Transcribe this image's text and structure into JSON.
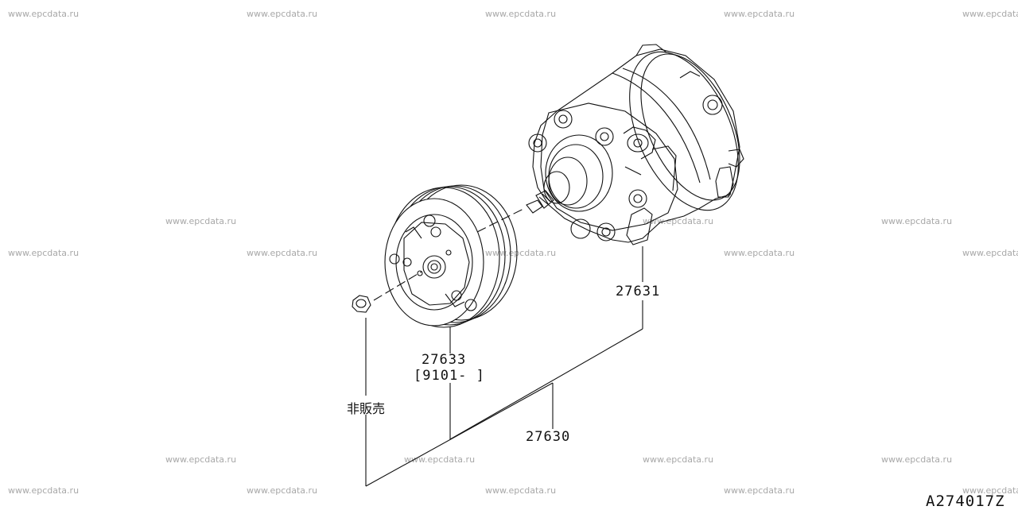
{
  "watermarks": {
    "text": "www.epcdata.ru"
  },
  "parts": {
    "compressor": "27631",
    "clutch": "27633",
    "clutch_date": "[9101-  ]",
    "assembly": "27630",
    "not_sold": "非販売"
  },
  "figure_code": "A274017Z",
  "colors": {
    "line": "#111111",
    "watermark": "#a8a8a8",
    "background": "#ffffff"
  }
}
